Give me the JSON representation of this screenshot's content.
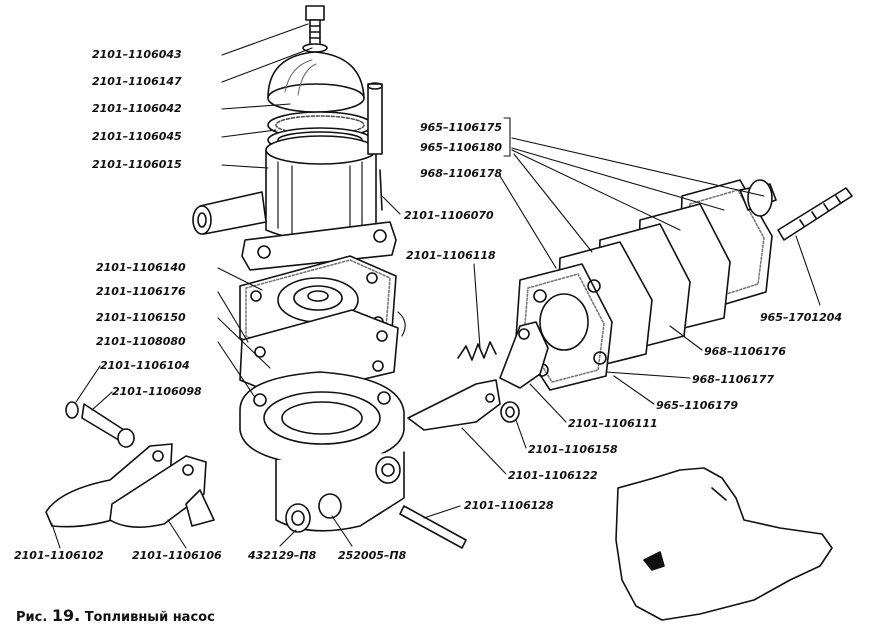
{
  "diagram": {
    "caption": {
      "prefix": "Рис.",
      "number": "19.",
      "text": "Топливный насос"
    },
    "labels": [
      "2101–1106043",
      "2101–1106147",
      "2101–1106042",
      "2101–1106045",
      "2101–1106015",
      "2101–1106070",
      "2101–1106140",
      "2101–1106176",
      "2101–1106150",
      "2101–1108080",
      "2101–1106104",
      "2101–1106098",
      "2101–1106102",
      "2101–1106106",
      "432129–П8",
      "252005–П8",
      "2101–1106128",
      "2101–1106122",
      "2101–1106158",
      "2101–1106111",
      "965–1106179",
      "968–1106177",
      "968–1106176",
      "965–1701204",
      "2101–1106118",
      "965–1106175",
      "965–1106180",
      "968–1106178"
    ]
  }
}
